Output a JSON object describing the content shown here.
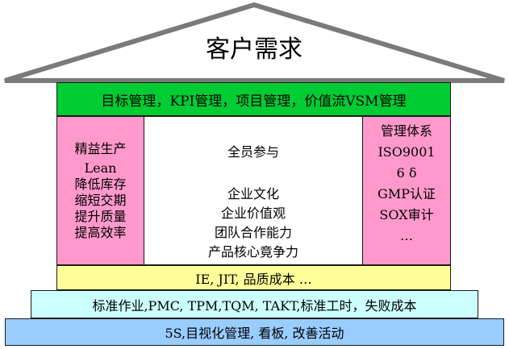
{
  "roof": {
    "title": "客户需求",
    "fill": "#ffffff",
    "stroke": "#7a7a7a"
  },
  "top_band": {
    "text": "目标管理，KPI管理，项目管理，价值流VSM管理",
    "color": "#00cc33"
  },
  "left_pillar": {
    "title": "精益生产",
    "lines": [
      "Lean",
      "降低库存",
      "缩短交期",
      "提升质量",
      "提高效率"
    ],
    "color": "#ff99cc"
  },
  "center": {
    "title": "全员参与",
    "lines": [
      "企业文化",
      "企业价值观",
      "团队合作能力",
      "产品核心竟争力"
    ],
    "color": "#ffffff"
  },
  "right_pillar": {
    "title": "管理体系",
    "lines": [
      "ISO9001",
      "6 δ",
      "GMP认证",
      "SOX审计",
      "…"
    ],
    "color": "#ff99cc"
  },
  "foundation_1": {
    "text": "IE, JIT, 品质成本 …",
    "color": "#ffff99"
  },
  "foundation_2": {
    "text": "标准作业,PMC, TPM,TQM, TAKT,标准工时，失败成本",
    "color": "#ccffff"
  },
  "foundation_3": {
    "text": "5S,目视化管理, 看板, 改善活动",
    "color": "#99ccff"
  }
}
